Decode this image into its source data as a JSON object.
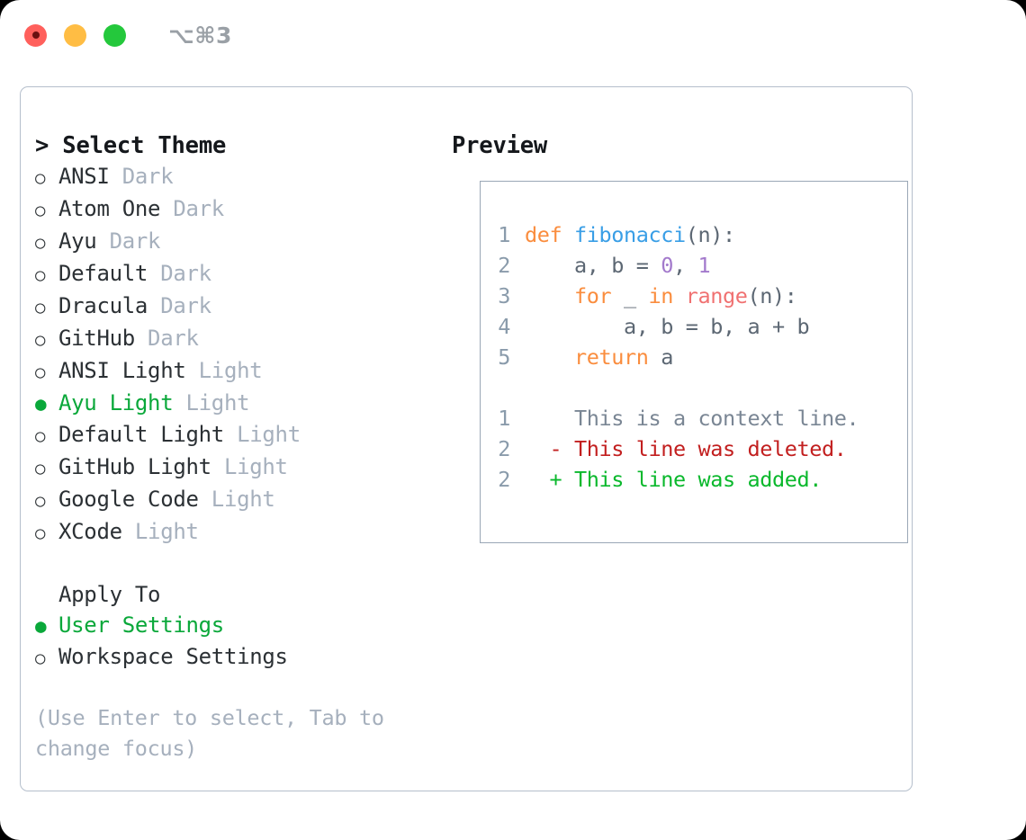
{
  "titlebar": {
    "shortcut": "⌥⌘3",
    "lights": [
      {
        "name": "close",
        "color": "#ff605c"
      },
      {
        "name": "minimize",
        "color": "#ffbd44"
      },
      {
        "name": "maximize",
        "color": "#24c83c"
      }
    ]
  },
  "theme_list": {
    "heading": "> Select Theme",
    "selected_bullet": "●",
    "unselected_bullet": "○",
    "items": [
      {
        "name": "ANSI",
        "category": "Dark",
        "selected": false
      },
      {
        "name": "Atom One",
        "category": "Dark",
        "selected": false
      },
      {
        "name": "Ayu",
        "category": "Dark",
        "selected": false
      },
      {
        "name": "Default",
        "category": "Dark",
        "selected": false
      },
      {
        "name": "Dracula",
        "category": "Dark",
        "selected": false
      },
      {
        "name": "GitHub",
        "category": "Dark",
        "selected": false
      },
      {
        "name": "ANSI Light",
        "category": "Light",
        "selected": false
      },
      {
        "name": "Ayu Light",
        "category": "Light",
        "selected": true
      },
      {
        "name": "Default Light",
        "category": "Light",
        "selected": false
      },
      {
        "name": "GitHub Light",
        "category": "Light",
        "selected": false
      },
      {
        "name": "Google Code",
        "category": "Light",
        "selected": false
      },
      {
        "name": "XCode",
        "category": "Light",
        "selected": false
      }
    ]
  },
  "apply_to": {
    "heading": "Apply To",
    "items": [
      {
        "name": "User Settings",
        "selected": true
      },
      {
        "name": "Workspace Settings",
        "selected": false
      }
    ]
  },
  "hint": "(Use Enter to select, Tab to change focus)",
  "preview": {
    "heading": "Preview",
    "code_lines": [
      {
        "number": "1",
        "tokens": [
          {
            "text": "def ",
            "type": "keyword"
          },
          {
            "text": "fibonacci",
            "type": "function"
          },
          {
            "text": "(n):",
            "type": "plain"
          }
        ]
      },
      {
        "number": "2",
        "tokens": [
          {
            "text": "    a, b = ",
            "type": "plain"
          },
          {
            "text": "0",
            "type": "number"
          },
          {
            "text": ", ",
            "type": "plain"
          },
          {
            "text": "1",
            "type": "number"
          }
        ]
      },
      {
        "number": "3",
        "tokens": [
          {
            "text": "    ",
            "type": "plain"
          },
          {
            "text": "for",
            "type": "keyword"
          },
          {
            "text": " _ ",
            "type": "plain"
          },
          {
            "text": "in",
            "type": "keyword"
          },
          {
            "text": " ",
            "type": "plain"
          },
          {
            "text": "range",
            "type": "builtin"
          },
          {
            "text": "(n):",
            "type": "plain"
          }
        ]
      },
      {
        "number": "4",
        "tokens": [
          {
            "text": "        a, b = b, a + b",
            "type": "plain"
          }
        ]
      },
      {
        "number": "5",
        "tokens": [
          {
            "text": "    ",
            "type": "plain"
          },
          {
            "text": "return",
            "type": "keyword"
          },
          {
            "text": " a",
            "type": "plain"
          }
        ]
      }
    ],
    "diff_lines": [
      {
        "number": "1",
        "marker": "  ",
        "text": "This is a context line.",
        "kind": "context"
      },
      {
        "number": "2",
        "marker": "- ",
        "text": "This line was deleted.",
        "kind": "deleted"
      },
      {
        "number": "2",
        "marker": "+ ",
        "text": "This line was added.",
        "kind": "added"
      }
    ]
  },
  "colors": {
    "accent_green": "#0aa83a",
    "keyword": "#fa8d3e",
    "function": "#399ee6",
    "number": "#a37acc",
    "builtin": "#f07171",
    "plain": "#5c6773",
    "line_number": "#8a9bab",
    "muted": "#a6b0bd",
    "diff_deleted": "#c21f1f",
    "diff_added": "#0ab82c",
    "border": "#b5bfcc"
  }
}
